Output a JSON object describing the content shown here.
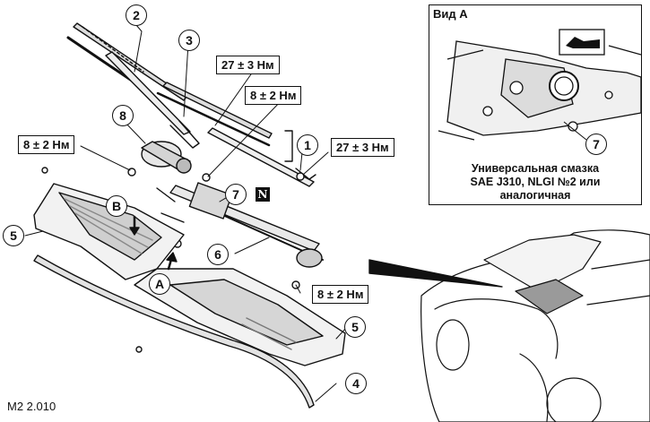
{
  "callouts": {
    "c1": "1",
    "c2": "2",
    "c3": "3",
    "c4": "4",
    "c5_left": "5",
    "c5_right": "5",
    "c6": "6",
    "c7": "7",
    "c8": "8",
    "cA": "A",
    "cB": "B",
    "c7_inset": "7"
  },
  "torques": {
    "t_27_top": "27 ± 3 Нм",
    "t_8_top": "8 ± 2 Нм",
    "t_8_left": "8 ± 2 Нм",
    "t_27_right": "27 ± 3 Нм",
    "t_8_bottom": "8 ± 2 Нм"
  },
  "inset": {
    "title": "Вид A",
    "note_line1": "Универсальная смазка",
    "note_line2": "SAE J310, NLGI №2 или",
    "note_line3": "аналогичная"
  },
  "badge": "N",
  "reference": "M2 2.010"
}
